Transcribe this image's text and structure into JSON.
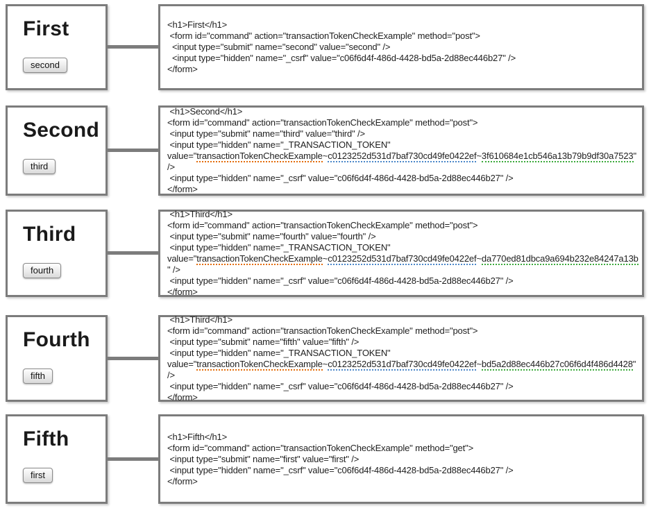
{
  "colors": {
    "box_border": "#7c7c7c",
    "underline_token_name": "#e36c09",
    "underline_token_key": "#4a86c8",
    "underline_token_value": "#3ba93b"
  },
  "rows": [
    {
      "title": "First",
      "button": "second",
      "code_lines": [
        [
          {
            "text": "<h1>First</h1>"
          }
        ],
        [
          {
            "text": " <form id=\"command\" action=\"transactionTokenCheckExample\" method=\"post\">"
          }
        ],
        [
          {
            "text": "  <input type=\"submit\" name=\"second\" value=\"second\" />"
          }
        ],
        [
          {
            "text": "  <input type=\"hidden\" name=\"_csrf\" value=\"c06f6d4f-486d-4428-bd5a-2d88ec446b27\" />"
          }
        ],
        [
          {
            "text": "</form>"
          }
        ]
      ]
    },
    {
      "title": "Second",
      "button": "third",
      "code_lines": [
        [
          {
            "text": " <h1>Second</h1>"
          }
        ],
        [
          {
            "text": "<form id=\"command\" action=\"transactionTokenCheckExample\" method=\"post\">"
          }
        ],
        [
          {
            "text": " <input type=\"submit\" name=\"third\" value=\"third\" />"
          }
        ],
        [
          {
            "text": " <input type=\"hidden\" name=\"_TRANSACTION_TOKEN\""
          }
        ],
        [
          {
            "text": "value=\""
          },
          {
            "text": "transactionTokenCheckExample",
            "u": "orange"
          },
          {
            "text": "~"
          },
          {
            "text": "c0123252d531d7baf730cd49fe0422ef",
            "u": "blue"
          },
          {
            "text": "~"
          },
          {
            "text": "3f610684e1cb546a13b79b9df30a7523",
            "u": "green"
          },
          {
            "text": "\" />"
          }
        ],
        [
          {
            "text": " <input type=\"hidden\" name=\"_csrf\" value=\"c06f6d4f-486d-4428-bd5a-2d88ec446b27\" />"
          }
        ],
        [
          {
            "text": "</form>"
          }
        ]
      ]
    },
    {
      "title": "Third",
      "button": "fourth",
      "code_lines": [
        [
          {
            "text": " <h1>Third</h1>"
          }
        ],
        [
          {
            "text": "<form id=\"command\" action=\"transactionTokenCheckExample\" method=\"post\">"
          }
        ],
        [
          {
            "text": " <input type=\"submit\" name=\"fourth\" value=\"fourth\" />"
          }
        ],
        [
          {
            "text": " <input type=\"hidden\" name=\"_TRANSACTION_TOKEN\""
          }
        ],
        [
          {
            "text": "value=\""
          },
          {
            "text": "transactionTokenCheckExample",
            "u": "orange"
          },
          {
            "text": "~"
          },
          {
            "text": "c0123252d531d7baf730cd49fe0422ef",
            "u": "blue"
          },
          {
            "text": "~"
          },
          {
            "text": "da770ed81dbca9a694b232e84247a13b",
            "u": "green"
          },
          {
            "text": "\" />"
          }
        ],
        [
          {
            "text": " <input type=\"hidden\" name=\"_csrf\" value=\"c06f6d4f-486d-4428-bd5a-2d88ec446b27\" />"
          }
        ],
        [
          {
            "text": "</form>"
          }
        ]
      ]
    },
    {
      "title": "Fourth",
      "button": "fifth",
      "code_lines": [
        [
          {
            "text": " <h1>Third</h1>"
          }
        ],
        [
          {
            "text": "<form id=\"command\" action=\"transactionTokenCheckExample\" method=\"post\">"
          }
        ],
        [
          {
            "text": " <input type=\"submit\" name=\"fifth\" value=\"fifth\" />"
          }
        ],
        [
          {
            "text": " <input type=\"hidden\" name=\"_TRANSACTION_TOKEN\""
          }
        ],
        [
          {
            "text": "value=\""
          },
          {
            "text": "transactionTokenCheckExample",
            "u": "orange"
          },
          {
            "text": "~"
          },
          {
            "text": "c0123252d531d7baf730cd49fe0422ef",
            "u": "blue"
          },
          {
            "text": "~"
          },
          {
            "text": "bd5a2d88ec446b27c06f6d4f486d4428",
            "u": "green"
          },
          {
            "text": "\" />"
          }
        ],
        [
          {
            "text": " <input type=\"hidden\" name=\"_csrf\" value=\"c06f6d4f-486d-4428-bd5a-2d88ec446b27\" />"
          }
        ],
        [
          {
            "text": "</form>"
          }
        ]
      ]
    },
    {
      "title": "Fifth",
      "button": "first",
      "code_lines": [
        [
          {
            "text": "<h1>Fifth</h1>"
          }
        ],
        [
          {
            "text": "<form id=\"command\" action=\"transactionTokenCheckExample\" method=\"get\">"
          }
        ],
        [
          {
            "text": " <input type=\"submit\" name=\"first\" value=\"first\" />"
          }
        ],
        [
          {
            "text": " <input type=\"hidden\" name=\"_csrf\" value=\"c06f6d4f-486d-4428-bd5a-2d88ec446b27\" />"
          }
        ],
        [
          {
            "text": "</form>"
          }
        ]
      ]
    }
  ]
}
